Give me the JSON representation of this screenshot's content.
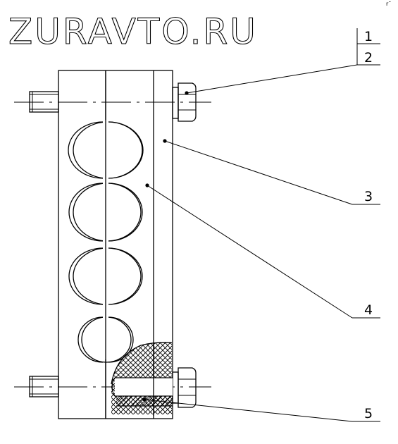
{
  "watermark": {
    "text": "ZURAVTO.RU"
  },
  "callouts": [
    {
      "label": "1"
    },
    {
      "label": "2"
    },
    {
      "label": "3"
    },
    {
      "label": "4"
    },
    {
      "label": "5"
    }
  ]
}
